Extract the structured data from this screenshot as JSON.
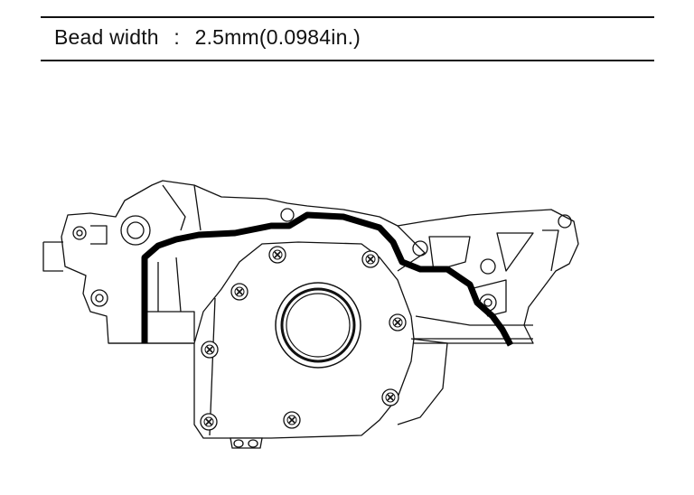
{
  "header": {
    "label": "Bead width",
    "separator": ":",
    "value": "2.5mm(0.0984in.)"
  },
  "colors": {
    "line": "#111111",
    "bead": "#000000",
    "background": "#ffffff"
  },
  "figure": {
    "subject": "oil-pump-cover-sealant-bead",
    "icons": [
      "bolt-icon"
    ]
  }
}
